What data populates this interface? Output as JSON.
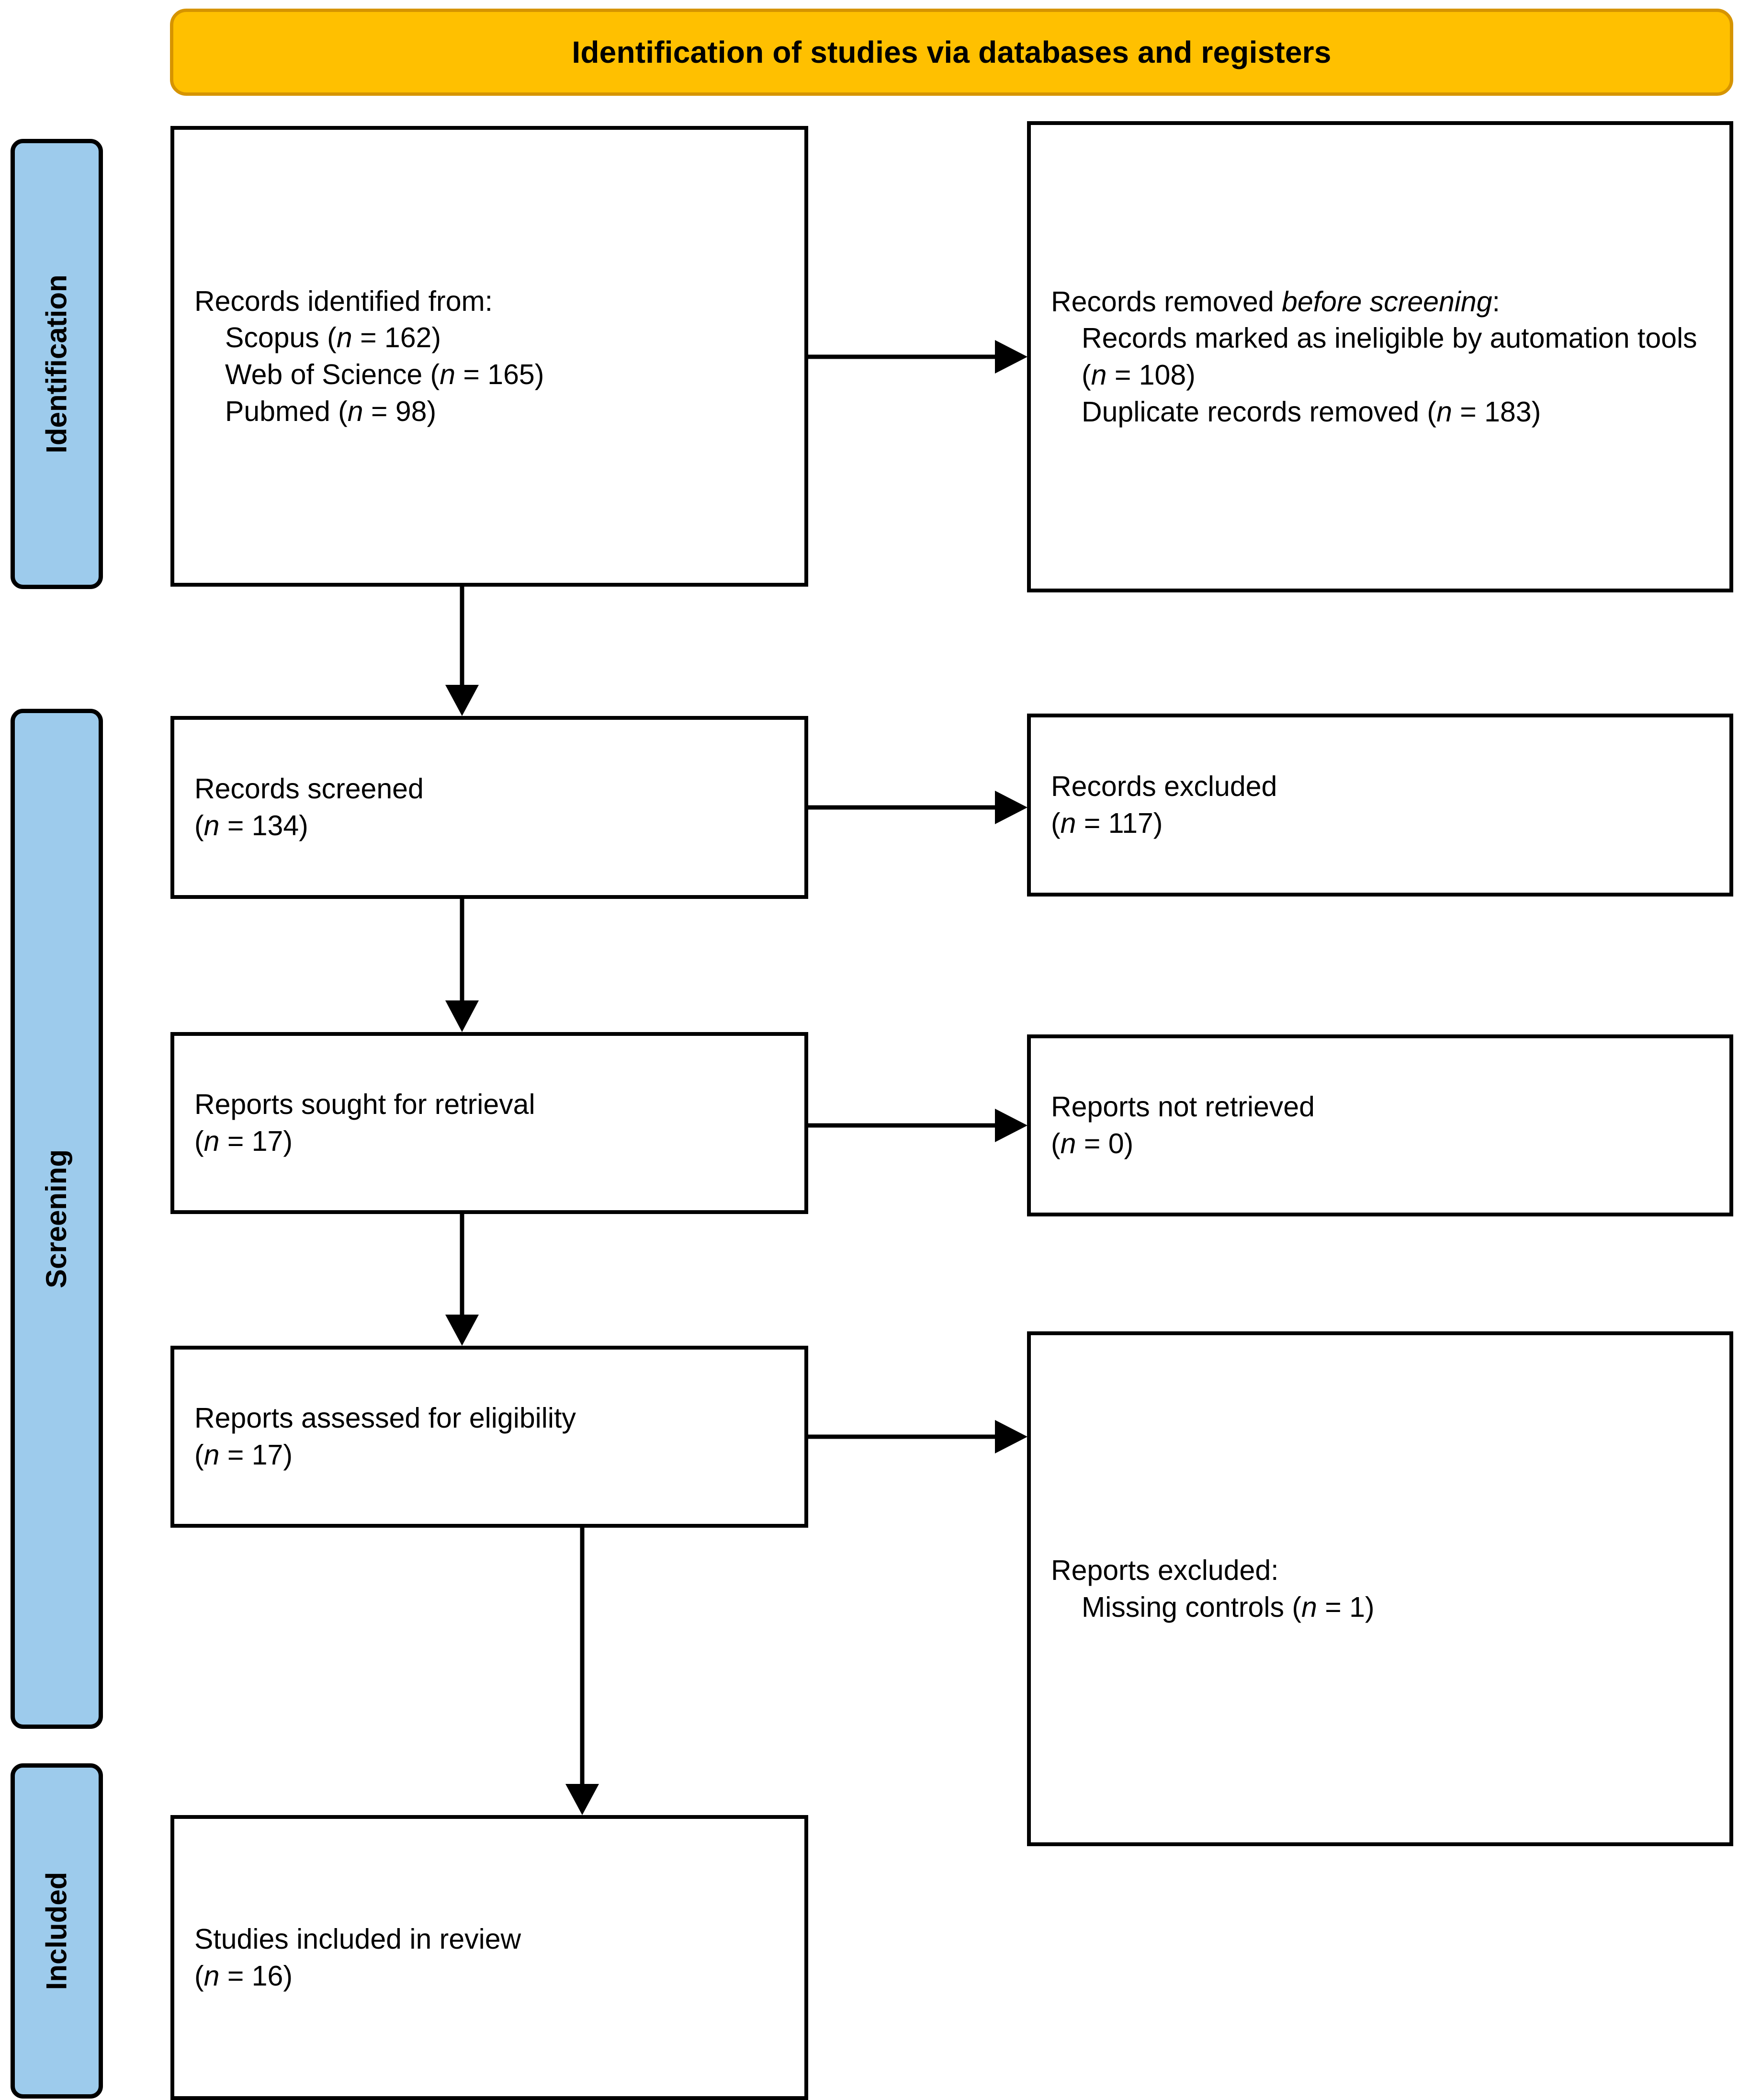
{
  "banner": {
    "title": "Identification of studies via databases and registers",
    "fill": "#FFC000",
    "border": "#D69400"
  },
  "sidebar": {
    "fill": "#9DCBEC",
    "border": "#000000",
    "items": [
      {
        "label": "Identification"
      },
      {
        "label": "Screening"
      },
      {
        "label": "Included"
      }
    ]
  },
  "flow": {
    "identified": {
      "heading": "Records identified from:",
      "items": [
        {
          "text": "Scopus (",
          "n_label": "n",
          "eq": " = 162)"
        },
        {
          "text": "Web of Science (",
          "n_label": "n",
          "eq": " = 165)"
        },
        {
          "text": "Pubmed (",
          "n_label": "n",
          "eq": " = 98)"
        }
      ]
    },
    "removed": {
      "heading_pre": "Records removed ",
      "heading_em": "before screening",
      "heading_post": ":",
      "items": [
        {
          "text": "Records marked as ineligible by automation tools (",
          "n_label": "n",
          "eq": " = 108)"
        },
        {
          "text": "Duplicate records removed (",
          "n_label": "n",
          "eq": " = 183)"
        }
      ]
    },
    "screened": {
      "heading": "Records screened",
      "count_pre": "(",
      "n_label": "n",
      "count_post": " = 134)"
    },
    "records_excluded": {
      "heading": "Records excluded",
      "count_pre": "(",
      "n_label": "n",
      "count_post": " = 117)"
    },
    "sought": {
      "heading": "Reports sought for retrieval",
      "count_pre": "(",
      "n_label": "n",
      "count_post": " = 17)"
    },
    "not_retrieved": {
      "heading": "Reports not retrieved",
      "count_pre": "(",
      "n_label": "n",
      "count_post": " = 0)"
    },
    "assessed": {
      "heading": "Reports assessed for eligibility",
      "count_pre": "(",
      "n_label": "n",
      "count_post": " = 17)"
    },
    "reports_excluded": {
      "heading": "Reports excluded:",
      "items": [
        {
          "text": "Missing controls (",
          "n_label": "n",
          "eq": " = 1)"
        }
      ]
    },
    "included": {
      "heading": "Studies included in review",
      "count_pre": "(",
      "n_label": "n",
      "count_post": " = 16)"
    }
  },
  "chart_data": {
    "type": "diagram",
    "title": "Identification of studies via databases and registers",
    "stages": [
      {
        "stage": "Identification",
        "label": "Records identified from: Scopus",
        "n": 162
      },
      {
        "stage": "Identification",
        "label": "Records identified from: Web of Science",
        "n": 165
      },
      {
        "stage": "Identification",
        "label": "Records identified from: Pubmed",
        "n": 98
      },
      {
        "stage": "Identification",
        "label": "Records marked as ineligible by automation tools",
        "n": 108
      },
      {
        "stage": "Identification",
        "label": "Duplicate records removed",
        "n": 183
      },
      {
        "stage": "Screening",
        "label": "Records screened",
        "n": 134
      },
      {
        "stage": "Screening",
        "label": "Records excluded",
        "n": 117
      },
      {
        "stage": "Screening",
        "label": "Reports sought for retrieval",
        "n": 17
      },
      {
        "stage": "Screening",
        "label": "Reports not retrieved",
        "n": 0
      },
      {
        "stage": "Screening",
        "label": "Reports assessed for eligibility",
        "n": 17
      },
      {
        "stage": "Screening",
        "label": "Reports excluded: Missing controls",
        "n": 1
      },
      {
        "stage": "Included",
        "label": "Studies included in review",
        "n": 16
      }
    ]
  }
}
